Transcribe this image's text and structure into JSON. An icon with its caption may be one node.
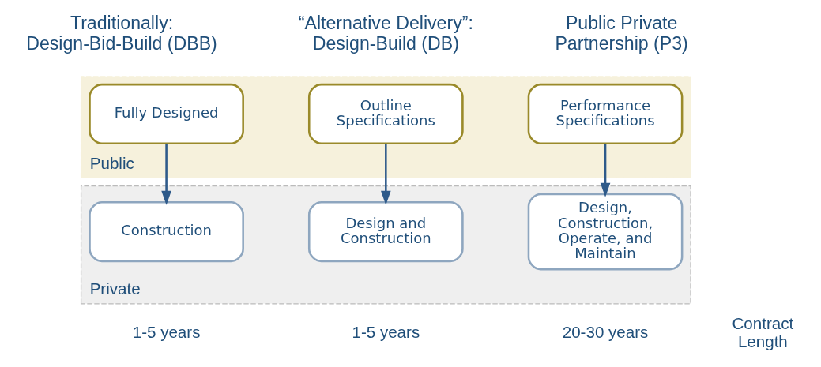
{
  "diagram": {
    "nodes": [
      {
        "text": [
          "Public"
        ]
      },
      {
        "text": [
          "Fully Designed"
        ],
        "in": 0
      },
      {
        "text": [
          "Outline Specifications"
        ],
        "in": 0
      },
      {
        "text": [
          "Performance Specifications"
        ],
        "in": 0
      },
      {
        "text": [
          "Private"
        ]
      },
      {
        "text": [
          "Construction"
        ],
        "in": 4,
        "beside": [
          "1-5 years"
        ]
      },
      {
        "text": [
          "Design and Construction"
        ],
        "in": 4,
        "beside": [
          "1-5 years"
        ]
      },
      {
        "text": [
          "Design, Construction, Operate, and Maintain"
        ],
        "in": 4,
        "beside": [
          "20-30 years"
        ]
      }
    ],
    "edges": [
      {
        "from": 1,
        "to": 5,
        "arrow": "to"
      },
      {
        "from": 2,
        "to": 6,
        "arrow": "to"
      },
      {
        "from": 3,
        "to": 7,
        "arrow": "to"
      }
    ],
    "labels": [
      "Traditionally: Design-Bid-Build (DBB)",
      "“Alternative Delivery”: Design-Build (DB)",
      "Public Private Partnership (P3)",
      "Contract Length"
    ]
  }
}
